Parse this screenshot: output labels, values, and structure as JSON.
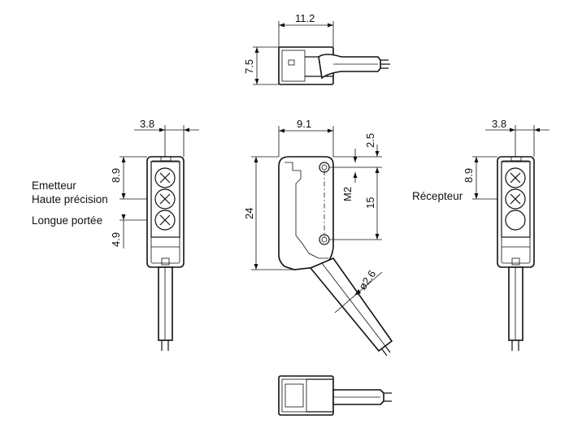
{
  "colors": {
    "line": "#111111",
    "background": "#ffffff"
  },
  "dimensions": {
    "top_width": "11.2",
    "top_height": "7.5",
    "left_offset": "3.8",
    "left_upper": "8.9",
    "left_lower": "4.9",
    "side_width": "9.1",
    "side_height": "24",
    "side_top": "2.5",
    "side_thread": "M2",
    "side_hole_spacing": "15",
    "cable_diameter": "ø2.6",
    "right_offset": "3.8",
    "right_upper": "8.9"
  },
  "labels": {
    "emitter_line1": "Emetteur",
    "emitter_line2": "Haute précision",
    "emitter_line3": "Longue portée",
    "receiver": "Récepteur"
  }
}
